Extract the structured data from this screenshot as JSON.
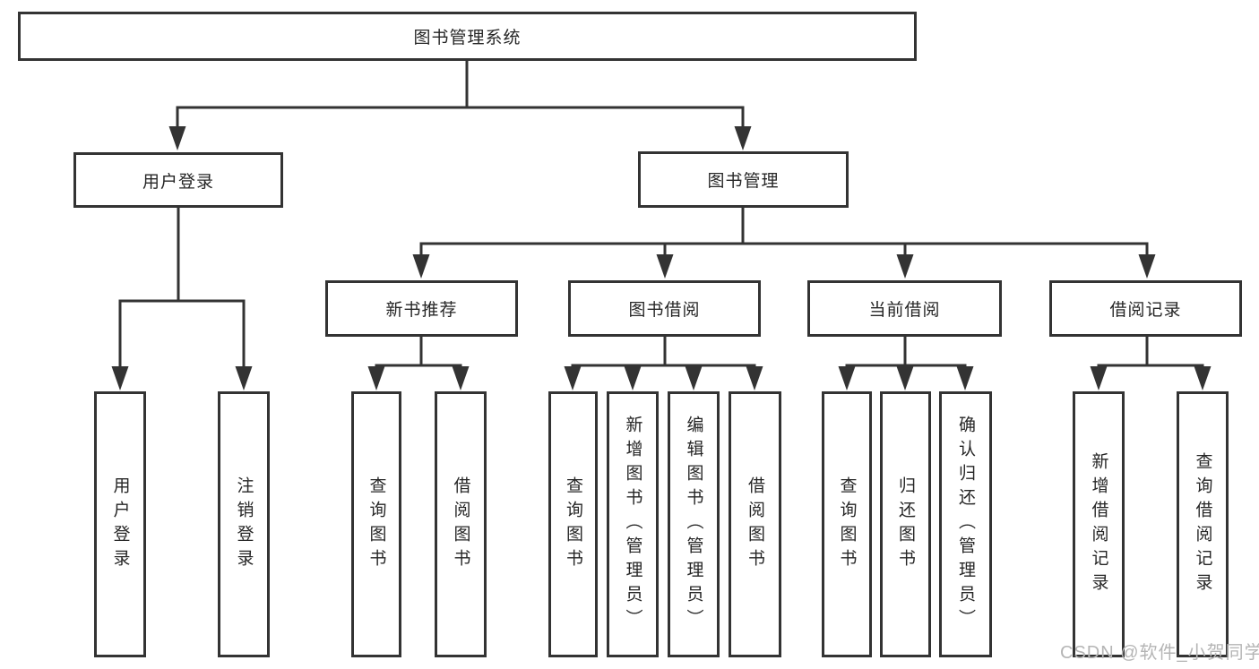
{
  "diagram": {
    "title": "图书管理系统",
    "root": {
      "label": "图书管理系统"
    },
    "branches": [
      {
        "label": "用户登录",
        "children": [
          {
            "label": "用户登录"
          },
          {
            "label": "注销登录"
          }
        ]
      },
      {
        "label": "图书管理",
        "children": [
          {
            "label": "新书推荐",
            "children": [
              {
                "label": "查询图书"
              },
              {
                "label": "借阅图书"
              }
            ]
          },
          {
            "label": "图书借阅",
            "children": [
              {
                "label": "查询图书"
              },
              {
                "label": "新增图书（管理员）"
              },
              {
                "label": "编辑图书（管理员）"
              },
              {
                "label": "借阅图书"
              }
            ]
          },
          {
            "label": "当前借阅",
            "children": [
              {
                "label": "查询图书"
              },
              {
                "label": "归还图书"
              },
              {
                "label": "确认归还（管理员）"
              }
            ]
          },
          {
            "label": "借阅记录",
            "children": [
              {
                "label": "新增借阅记录"
              },
              {
                "label": "查询借阅记录"
              }
            ]
          }
        ]
      }
    ]
  },
  "watermark": {
    "text": "CSDN @软件_小贺同学"
  },
  "colors": {
    "line": "#333333",
    "border": "#333333",
    "text": "#262626",
    "background": "#ffffff",
    "watermark": "#b5b5b5"
  }
}
